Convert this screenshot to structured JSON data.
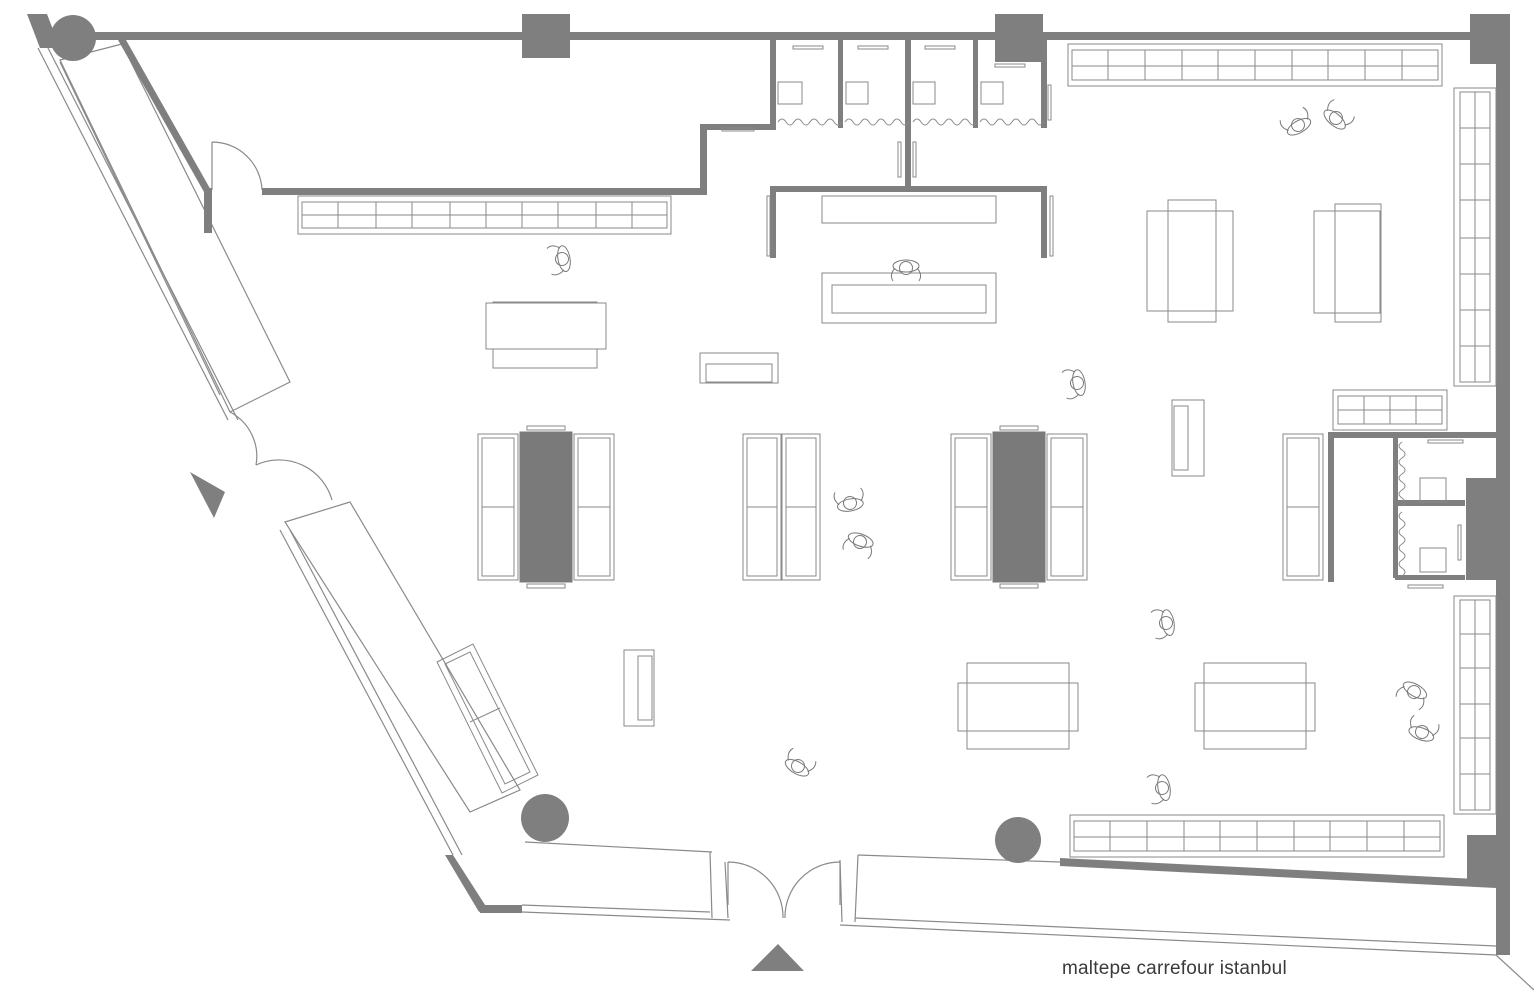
{
  "caption": "maltepe carrefour istanbul",
  "colors": {
    "wall": "#7f7f7f",
    "line": "#8a8a8a",
    "fixture_fill": "#7a7a7a",
    "background": "#ffffff"
  },
  "entrances": [
    "entrance-arrow-left",
    "entrance-arrow-bottom"
  ]
}
